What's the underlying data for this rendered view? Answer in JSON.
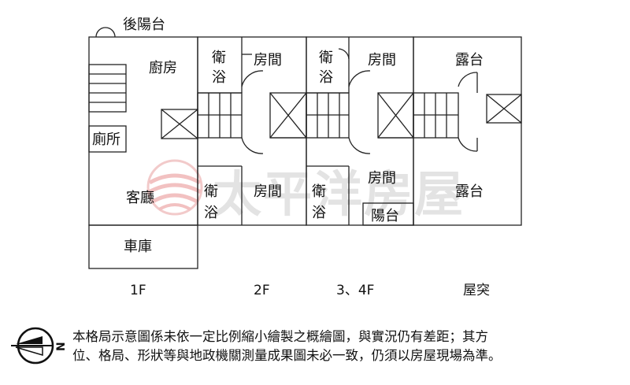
{
  "watermark": {
    "text": "太平洋房屋"
  },
  "floors": [
    {
      "caption": "1F",
      "rooms": [
        "後陽台",
        "廚房",
        "廁所",
        "客廳",
        "車庫"
      ]
    },
    {
      "caption": "2F",
      "rooms": [
        "衛",
        "浴",
        "房間",
        "衛",
        "浴",
        "房間"
      ]
    },
    {
      "caption": "3、4F",
      "rooms": [
        "衛",
        "浴",
        "房間",
        "衛",
        "浴",
        "房間",
        "陽台"
      ]
    },
    {
      "caption": "屋突",
      "rooms": [
        "露台",
        "露台"
      ]
    }
  ],
  "disclaimer": {
    "line1": "本格局示意圖係未依一定比例縮小繪製之概繪圖，與實況仍有差距；其方",
    "line2": "位、格局、形狀等與地政機關測量成果圖未必一致，仍須以房屋現場為準。"
  },
  "compass": {
    "north_label": "N"
  },
  "colors": {
    "line": "#222222",
    "watermark_red": "#e06666",
    "watermark_gray": "#d9d9d9"
  }
}
